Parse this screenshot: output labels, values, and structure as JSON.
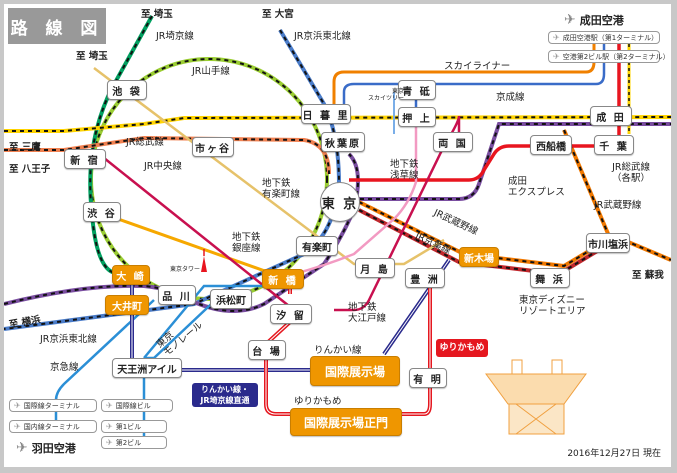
{
  "title": "路 線 図",
  "date_note": "2016年12月27日 現在",
  "colors": {
    "yamanote": "#9acd32",
    "saikyo": "#00a060",
    "keihin_tohoku": "#4a7cc9",
    "chuo": "#f08050",
    "sobu": "#ffd400",
    "musashino": "#f07800",
    "keiyo": "#c0282d",
    "yokosuka": "#7a4ea0",
    "skyliner": "#f08000",
    "keisei": "#3a6cc8",
    "narita_express": "#e8151f",
    "yurakucho": "#e6c26a",
    "ginza": "#f6a800",
    "asakusa": "#f29ac2",
    "oedo": "#c8104f",
    "monorail": "#2b8fd6",
    "rinkai": "#2a2a8c",
    "yurikamome": "#e5171f",
    "keikyu": "#2b8fd6",
    "venue_orange": "#ef9600"
  },
  "stations": {
    "ikebukuro": "池 袋",
    "nippori": "日 暮 里",
    "aoto": "青 砥",
    "oshiage": "押 上",
    "narita": "成 田",
    "shinjuku": "新 宿",
    "ichigaya": "市ヶ谷",
    "akihabara": "秋葉原",
    "ryogoku": "両 国",
    "nishifunabashi": "西船橋",
    "chiba": "千 葉",
    "shibuya": "渋 谷",
    "tokyo": "東 京",
    "yurakucho": "有楽町",
    "osaki": "大 崎",
    "oimachi": "大井町",
    "shinagawa": "品 川",
    "hamamatsucho": "浜松町",
    "shimbashi": "新 橋",
    "shiodome": "汐 留",
    "tsukishima": "月 島",
    "toyosu": "豊 洲",
    "shinkiba": "新木場",
    "maihama": "舞 浜",
    "ichikawashiohama": "市川塩浜",
    "daiba": "台 場",
    "tennozu_isle": "天王洲アイル",
    "kokusai_tenjijo": "国際展示場",
    "ariake": "有 明",
    "kokusai_tenjijo_seimon": "国際展示場正門"
  },
  "labels": {
    "to_saitama_1": "至 埼玉",
    "to_saitama_2": "至 埼玉",
    "to_omiya": "至 大宮",
    "to_mitaka": "至 三鷹",
    "to_hachioji": "至 八王子",
    "to_yokohama": "至 横浜",
    "to_soga": "至 蘇我",
    "jr_saikyo": "JR埼京線",
    "jr_keihin_tohoku_top": "JR京浜東北線",
    "jr_yamanote": "JR山手線",
    "jr_sobu": "JR総武線",
    "jr_chuo": "JR中央線",
    "subway_yurakucho": "地下鉄\n有楽町線",
    "subway_ginza": "地下鉄\n銀座線",
    "subway_asakusa": "地下鉄\n浅草線",
    "subway_oedo": "地下鉄\n大江戸線",
    "skyliner": "スカイライナー",
    "keisei": "京成線",
    "skytree": "東京\nスカイツリー",
    "narita_express": "成田\nエクスプレス",
    "jr_sobu_local": "JR総武線\n（各駅）",
    "jr_musashino_right": "JR武蔵野線",
    "jr_musashino": "JR武蔵野線",
    "jr_keiyo": "JR京葉線",
    "tokyo_tower": "東京タワー",
    "tokyo_monorail": "東京\nモノレール",
    "jr_keihin_tohoku_bottom": "JR京浜東北線",
    "keikyu": "京急線",
    "rinkai": "りんかい線",
    "yurikamome": "ゆりかもめ",
    "disney": "東京ディズニー\nリゾートエリア"
  },
  "badges": {
    "yurikamome": "ゆりかもめ",
    "rinkai_direct": "りんかい線・\nJR埼京線直通"
  },
  "narita_airport": {
    "title": "成田空港",
    "stations": [
      "成田空港駅（第1ターミナル）",
      "空港第2ビル駅（第2ターミナル）"
    ]
  },
  "haneda_airport": {
    "title": "羽田空港",
    "keikyu_stations": [
      "国際線ターミナル",
      "国内線ターミナル"
    ],
    "monorail_stations": [
      "国際線ビル",
      "第1ビル",
      "第2ビル"
    ]
  }
}
